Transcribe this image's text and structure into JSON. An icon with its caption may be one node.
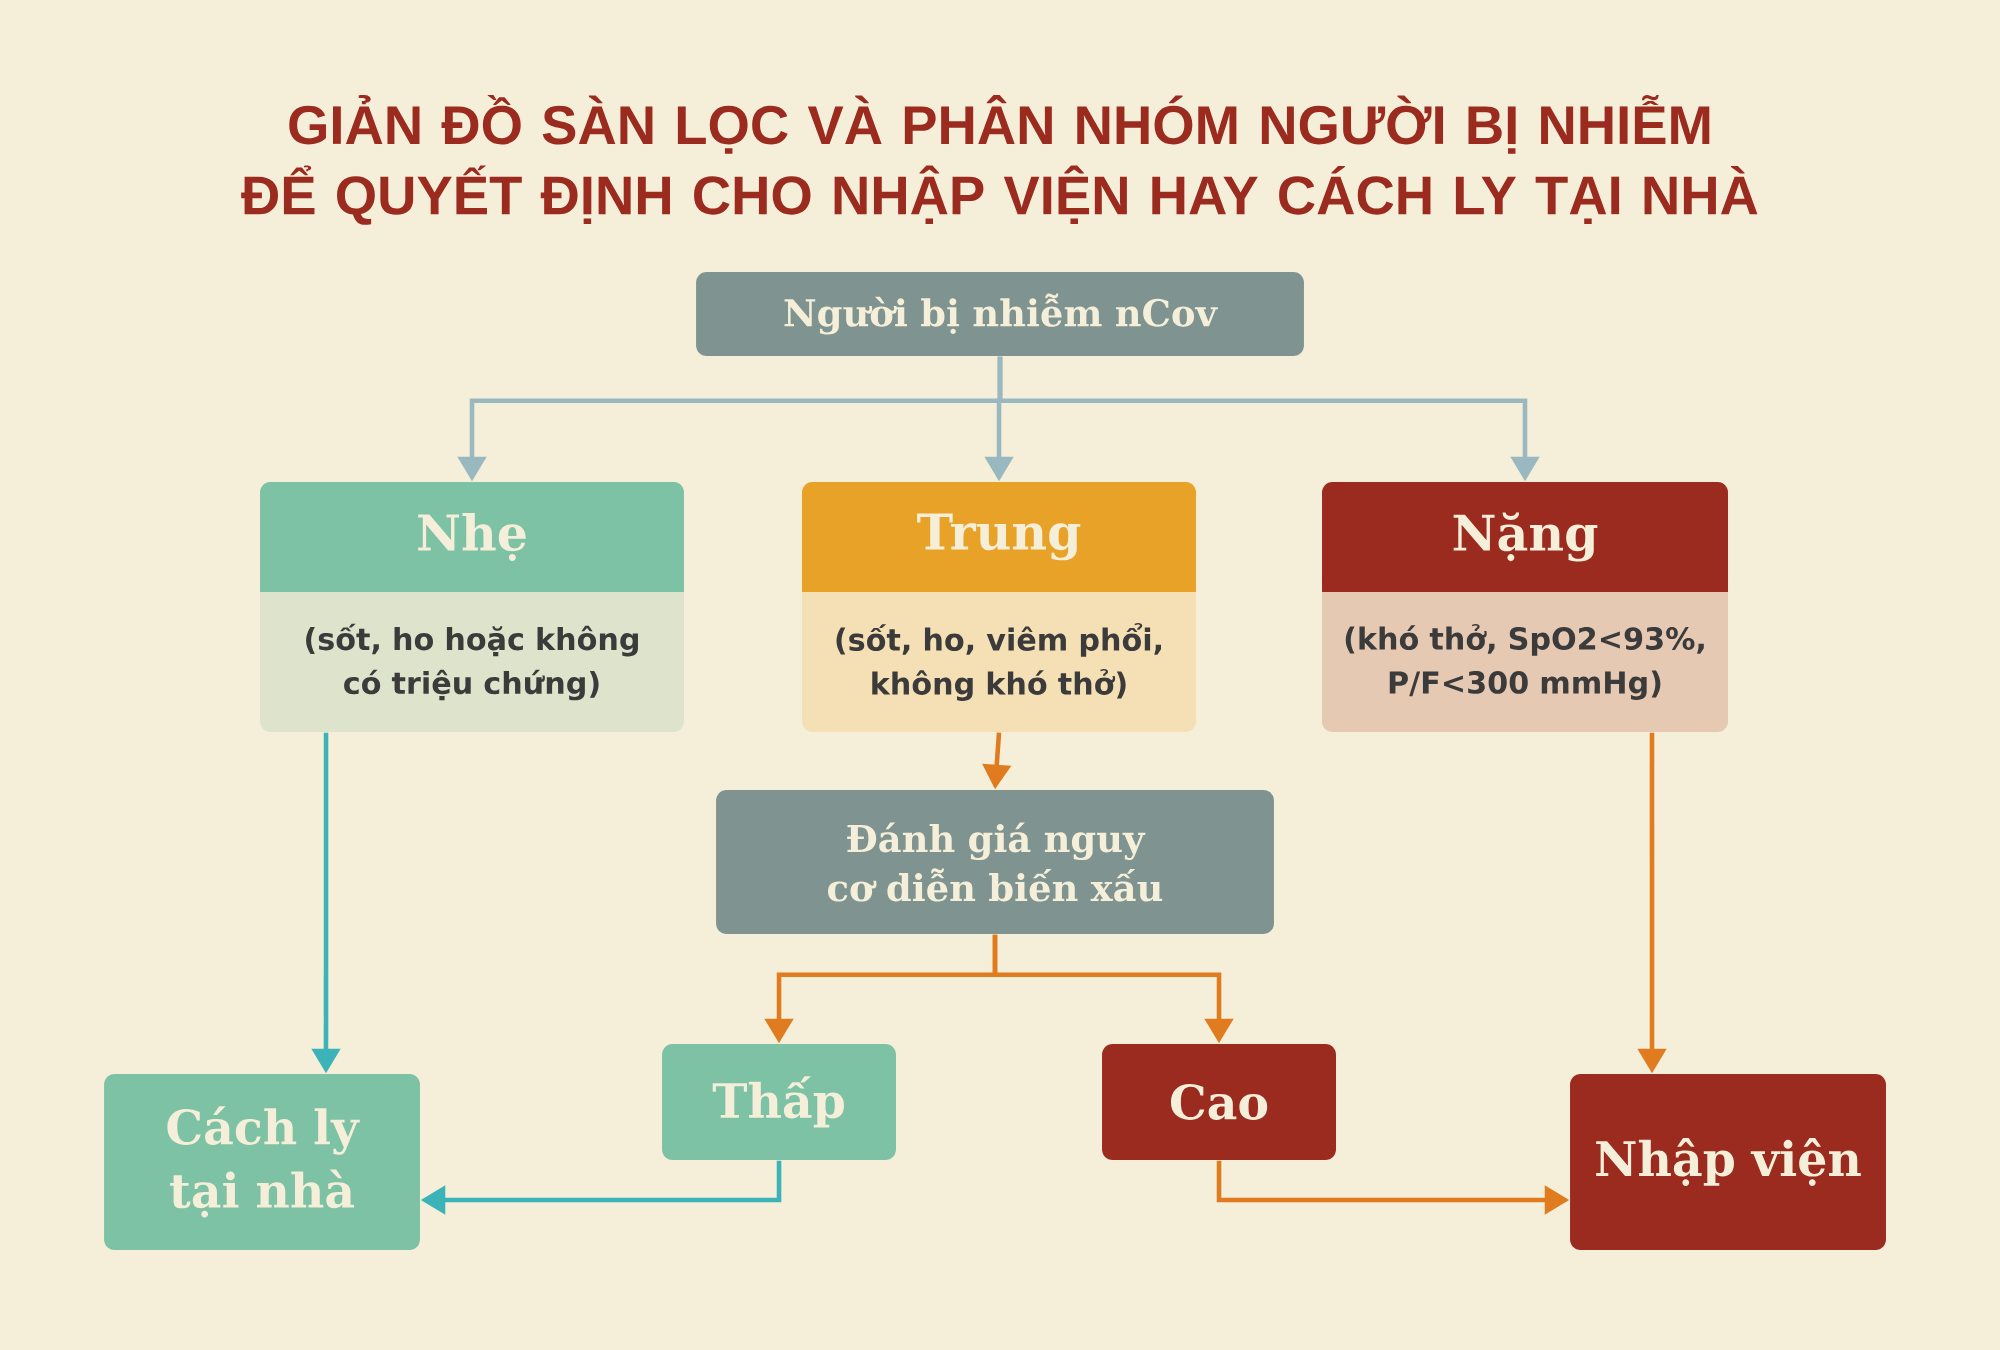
{
  "diagram": {
    "title": "GIẢN ĐỒ SÀN LỌC VÀ PHÂN NHÓM NGƯỜI BỊ NHIỄM ĐỂ QUYẾT ĐỊNH CHO NHẬP VIỆN HAY CÁCH LY TẠI NHÀ",
    "nodes": [
      {
        "text": [
          "Người bị nhiễm nCov"
        ]
      },
      {
        "text": [
          "Nhẹ",
          "(sốt, ho hoặc không có triệu chứng)"
        ]
      },
      {
        "text": [
          "Trung",
          "(sốt, ho, viêm phổi, không khó thở)"
        ]
      },
      {
        "text": [
          "Nặng",
          "(khó thở, SpO2<93%, P/F<300 mmHg)"
        ]
      },
      {
        "text": [
          "Đánh giá nguy cơ diễn biến xấu"
        ]
      },
      {
        "text": [
          "Thấp"
        ]
      },
      {
        "text": [
          "Cao"
        ]
      },
      {
        "text": [
          "Cách ly tại nhà"
        ]
      },
      {
        "text": [
          "Nhập viện"
        ]
      }
    ],
    "edges": [
      {
        "from": 0,
        "to": 1,
        "arrow": "to",
        "color": "#9ab8bf"
      },
      {
        "from": 0,
        "to": 2,
        "arrow": "to",
        "color": "#9ab8bf"
      },
      {
        "from": 0,
        "to": 3,
        "arrow": "to",
        "color": "#9ab8bf"
      },
      {
        "from": 1,
        "to": 7,
        "arrow": "to",
        "color": "#3bb3b8"
      },
      {
        "from": 2,
        "to": 4,
        "arrow": "to"
      },
      {
        "from": 3,
        "to": 8,
        "arrow": "to"
      },
      {
        "from": 4,
        "to": 5,
        "arrow": "to"
      },
      {
        "from": 4,
        "to": 6,
        "arrow": "to"
      },
      {
        "from": 5,
        "to": 7,
        "arrow": "to",
        "color": "#3bb3b8"
      },
      {
        "from": 6,
        "to": 8,
        "arrow": "to"
      }
    ]
  }
}
